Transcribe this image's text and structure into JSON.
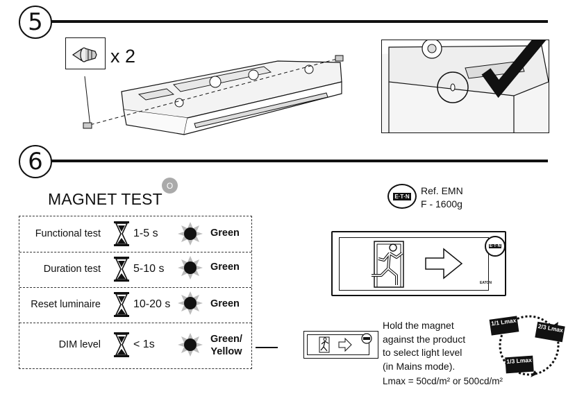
{
  "steps": [
    "5",
    "6"
  ],
  "step5": {
    "quantity": "x 2"
  },
  "step6": {
    "badge": "O",
    "title": "MAGNET TEST",
    "ref": {
      "line1": "Ref. EMN",
      "line2": "F - 1600g"
    },
    "tests": [
      {
        "name": "Functional test",
        "time": "1-5 s",
        "color": "Green"
      },
      {
        "name": "Duration test",
        "time": "5-10 s",
        "color": "Green"
      },
      {
        "name": "Reset luminaire",
        "time": "10-20 s",
        "color": "Green"
      },
      {
        "name": "DIM level",
        "time": "< 1s",
        "color": "Green/\nYellow"
      }
    ],
    "instructions": [
      "Hold the magnet",
      "against the product",
      "to select light level",
      "(in Mains mode)."
    ],
    "lmax": "Lmax = 50cd/m² or 500cd/m²",
    "levels": [
      "1/1 Lmax",
      "2/3 Lmax",
      "1/3 Lmax"
    ]
  },
  "brand_logo_text": "E·T·N",
  "sign_small_text": "EATON"
}
